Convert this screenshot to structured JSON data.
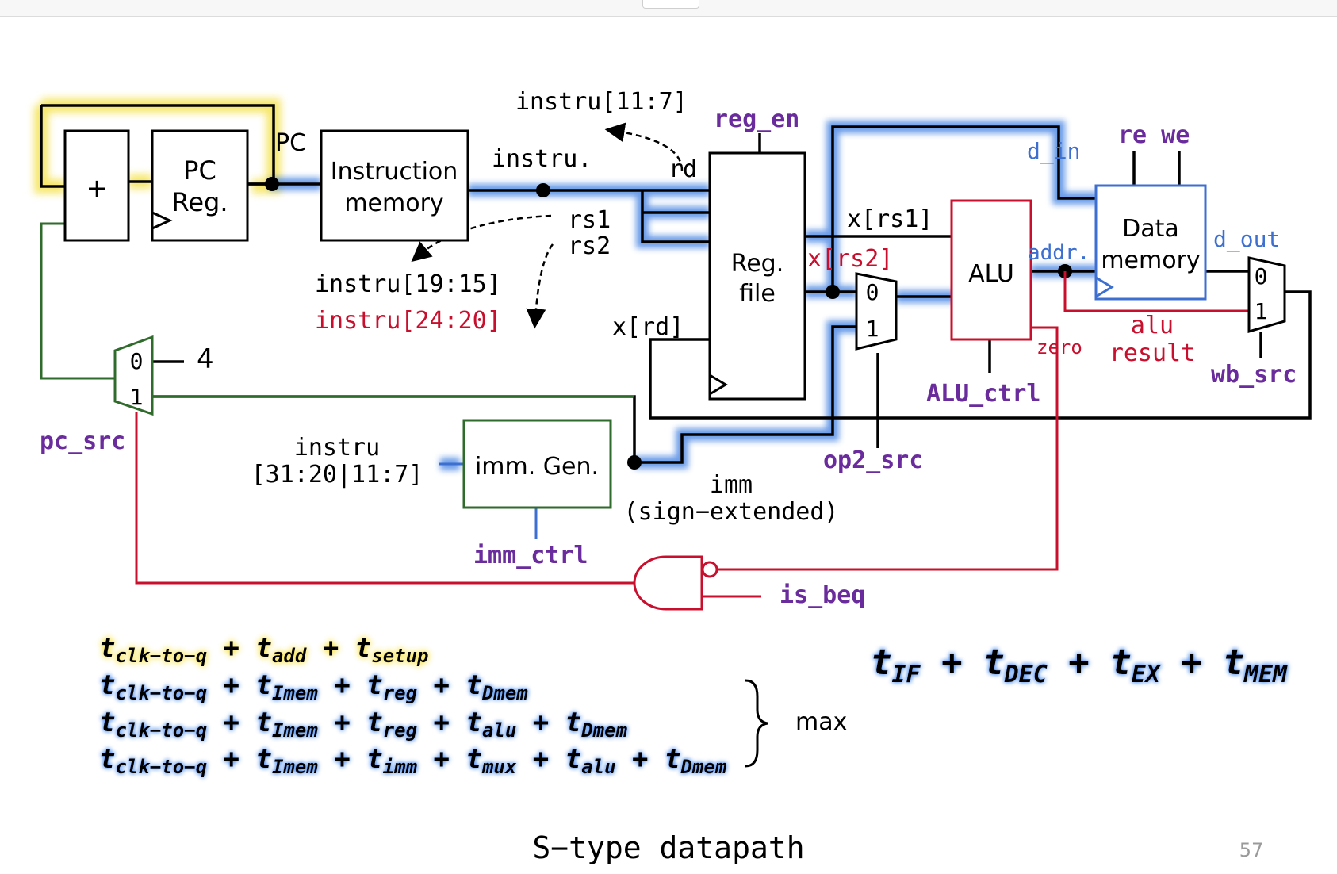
{
  "caption": "S−type datapath",
  "page_number": "57",
  "colors": {
    "datapath": "#000000",
    "highlight_blue": "#3a7be0",
    "highlight_yellow": "#f5e45a",
    "control_purple": "#6a2c9c",
    "alu_red": "#c8102e",
    "imm_green": "#2f6b2a",
    "memory_blue": "#3d6fd0"
  },
  "blocks": {
    "adder": "+",
    "pc_reg_line1": "PC",
    "pc_reg_line2": "Reg.",
    "imem_line1": "Instruction",
    "imem_line2": "memory",
    "regfile_line1": "Reg.",
    "regfile_line2": "file",
    "alu": "ALU",
    "dmem_line1": "Data",
    "dmem_line2": "memory",
    "imm_gen": "imm. Gen."
  },
  "labels": {
    "pc": "PC",
    "instru": "instru.",
    "instru_11_7": "instru[11:7]",
    "rd": "rd",
    "rs1": "rs1",
    "rs2": "rs2",
    "instru_19_15": "instru[19:15]",
    "instru_24_20": "instru[24:20]",
    "x_rd": "x[rd]",
    "x_rs1": "x[rs1]",
    "x_rs2": "x[rs2]",
    "reg_en": "reg_en",
    "d_in": "d_in",
    "re_we": "re we",
    "d_out": "d_out",
    "addr": "addr.",
    "alu_result_line1": "alu",
    "alu_result_line2": "result",
    "zero": "zero",
    "alu_ctrl": "ALU_ctrl",
    "op2_src": "op2_src",
    "wb_src": "wb_src",
    "pc_src": "pc_src",
    "four": "4",
    "instru_imm_line1": "instru",
    "instru_imm_line2": "[31:20|11:7]",
    "imm_line1": "imm",
    "imm_line2": "(sign−extended)",
    "imm_ctrl": "imm_ctrl",
    "is_beq": "is_beq",
    "mux_0": "0",
    "mux_1": "1",
    "max": "max"
  },
  "formulas": {
    "f1": [
      "t",
      "clk−to−q",
      " + ",
      "t",
      "add",
      " + ",
      "t",
      "setup"
    ],
    "f2": [
      "t",
      "clk−to−q",
      " + ",
      "t",
      "Imem",
      " + ",
      "t",
      "reg",
      " + ",
      "t",
      "Dmem"
    ],
    "f3": [
      "t",
      "clk−to−q",
      " + ",
      "t",
      "Imem",
      " + ",
      "t",
      "reg",
      " + ",
      "t",
      "alu",
      " + ",
      "t",
      "Dmem"
    ],
    "f4": [
      "t",
      "clk−to−q",
      " + ",
      "t",
      "Imem",
      " + ",
      "t",
      "imm",
      " + ",
      "t",
      "mux",
      " + ",
      "t",
      "alu",
      " + ",
      "t",
      "Dmem"
    ],
    "stages": [
      "t",
      "IF",
      " + ",
      "t",
      "DEC",
      " + ",
      "t",
      "EX",
      " + ",
      "t",
      "MEM"
    ]
  }
}
